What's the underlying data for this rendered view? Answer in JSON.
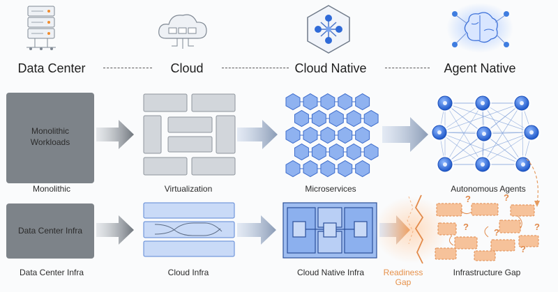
{
  "eras": {
    "data_center": "Data Center",
    "cloud": "Cloud",
    "cloud_native": "Cloud Native",
    "agent_native": "Agent Native"
  },
  "top_row": {
    "monolithic_box": "Monolithic\nWorkloads",
    "captions": {
      "monolithic": "Monolithic",
      "virtualization": "Virtualization",
      "microservices": "Microservices",
      "autonomous_agents": "Autonomous Agents"
    }
  },
  "bottom_row": {
    "data_center_box": "Data Center Infra",
    "captions": {
      "data_center_infra": "Data Center Infra",
      "cloud_infra": "Cloud Infra",
      "cloud_native_infra": "Cloud Native Infra",
      "readiness_gap": "Readiness\nGap",
      "infrastructure_gap": "Infrastructure Gap"
    }
  },
  "icons": {
    "server": "server-rack-icon",
    "cloud": "cloud-vm-icon",
    "cloud_native": "hexagon-network-icon",
    "agent": "brain-network-icon"
  },
  "colors": {
    "gray": "#7d8389",
    "blue": "#3f7de0",
    "light_blue": "#c9daf7",
    "orange": "#f0a56a"
  }
}
